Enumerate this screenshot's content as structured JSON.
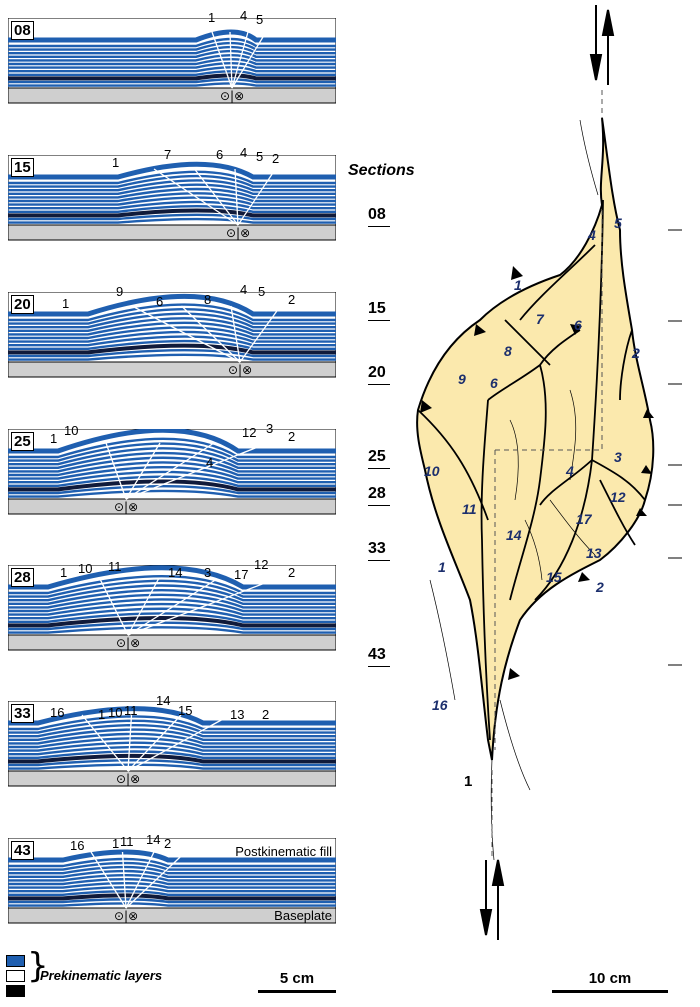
{
  "panels": [
    {
      "id": "08",
      "labels": [
        "1",
        "4",
        "5"
      ]
    },
    {
      "id": "15",
      "labels": [
        "1",
        "7",
        "6",
        "4",
        "5",
        "2"
      ]
    },
    {
      "id": "20",
      "labels": [
        "1",
        "9",
        "6",
        "8",
        "4",
        "5",
        "2"
      ]
    },
    {
      "id": "25",
      "labels": [
        "1",
        "10",
        "12",
        "3",
        "2",
        "4"
      ]
    },
    {
      "id": "28",
      "labels": [
        "1",
        "10",
        "11",
        "14",
        "3",
        "17",
        "12",
        "2"
      ]
    },
    {
      "id": "33",
      "labels": [
        "16",
        "1",
        "10",
        "11",
        "14",
        "15",
        "13",
        "2"
      ]
    },
    {
      "id": "43",
      "labels": [
        "16",
        "1",
        "11",
        "14",
        "2"
      ],
      "top_note": "Postkinematic fill",
      "bottom_note": "Baseplate"
    }
  ],
  "sections": {
    "title": "Sections",
    "items": [
      "08",
      "15",
      "20",
      "25",
      "28",
      "33",
      "43"
    ]
  },
  "legend": {
    "text": "Prekinematic layers",
    "colors": [
      "#1f5fb0",
      "#ffffff",
      "#000000"
    ]
  },
  "scale_left": "5 cm",
  "scale_right": "10 cm",
  "map": {
    "fault_numbers": [
      "1",
      "2",
      "4",
      "5",
      "6",
      "7",
      "8",
      "9",
      "6",
      "2",
      "10",
      "11",
      "4",
      "3",
      "12",
      "14",
      "17",
      "13",
      "15",
      "2",
      "1",
      "16"
    ],
    "fault_one_label": "1"
  },
  "colors": {
    "layer_blue": "#1f5fb0",
    "dark_layer": "#101a3a",
    "baseplate": "#cfcfcf",
    "map_fill": "#fbe9ad",
    "label_blue": "#1c2f6d"
  }
}
